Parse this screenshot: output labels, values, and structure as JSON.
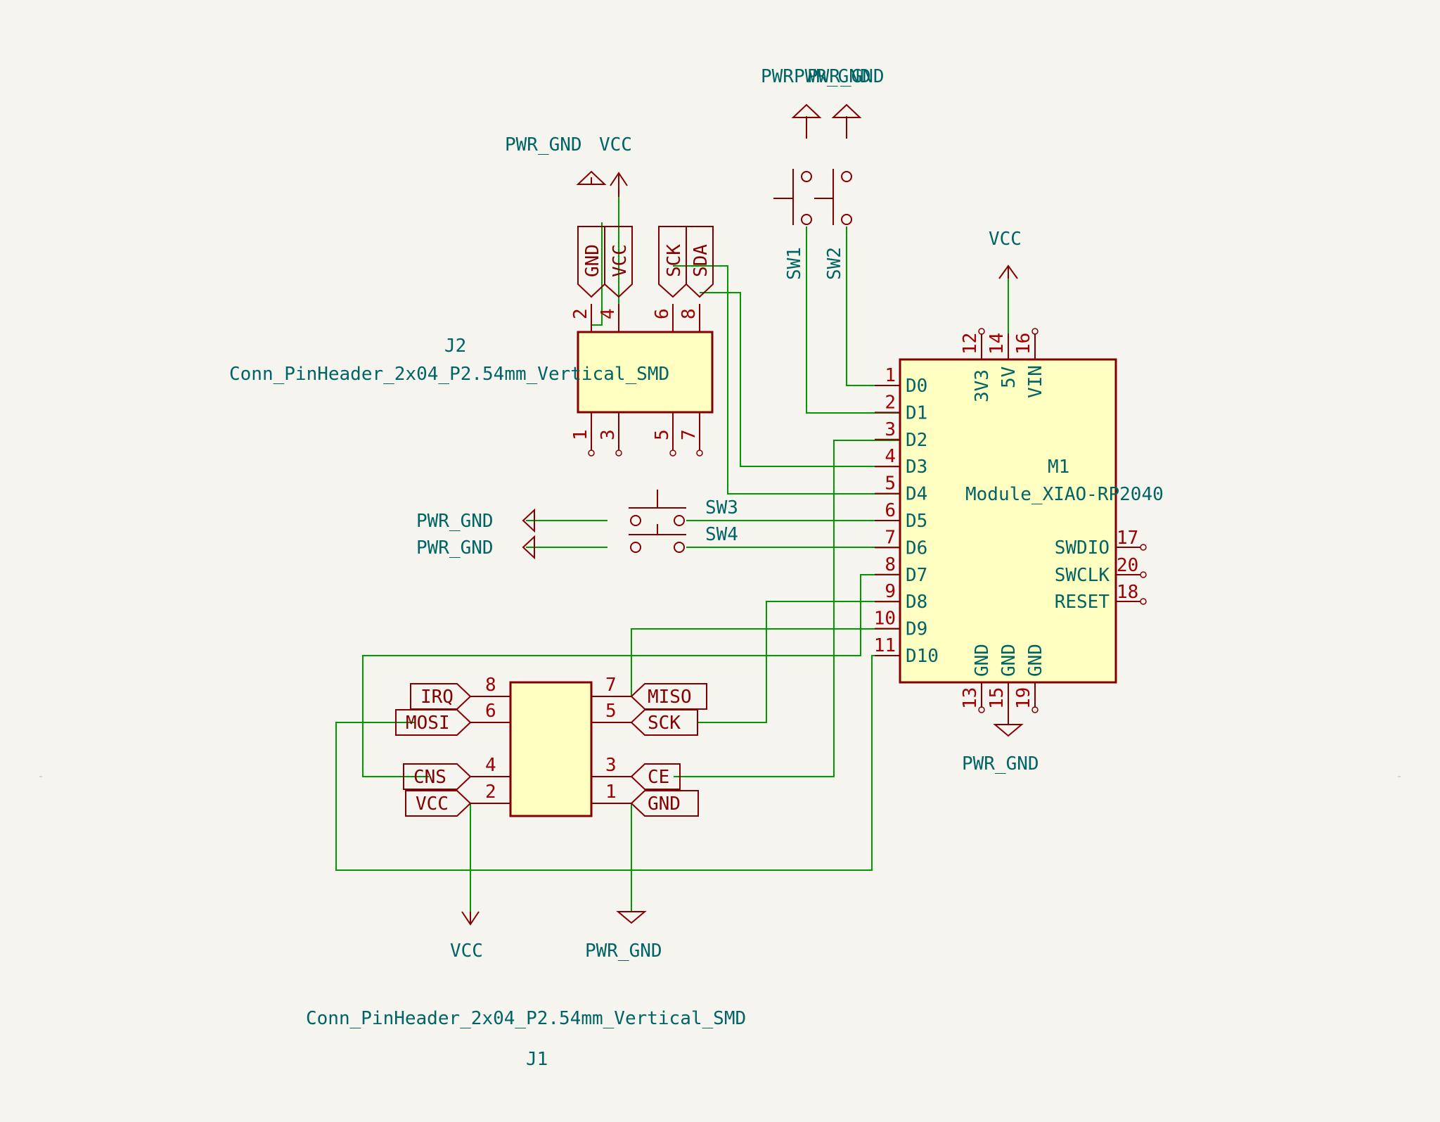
{
  "power_labels": {
    "pwr_gnd": "PWR_GND",
    "vcc": "VCC",
    "pwr_pwr_gnd_overlap": "PWRPWR_GND"
  },
  "j2": {
    "ref": "J2",
    "value": "Conn_PinHeader_2x04_P2.54mm_Vertical_SMD",
    "labels": [
      "GND",
      "VCC",
      "SCK",
      "SDA"
    ],
    "pins_top": [
      "2",
      "4",
      "6",
      "8"
    ],
    "pins_bottom": [
      "1",
      "3",
      "5",
      "7"
    ]
  },
  "j1": {
    "ref": "J1",
    "value": "Conn_PinHeader_2x04_P2.54mm_Vertical_SMD",
    "left_labels": [
      "IRQ",
      "MOSI",
      "CNS",
      "VCC"
    ],
    "left_pins": [
      "8",
      "6",
      "4",
      "2"
    ],
    "right_labels": [
      "MISO",
      "SCK",
      "CE",
      "GND"
    ],
    "right_pins": [
      "7",
      "5",
      "3",
      "1"
    ]
  },
  "m1": {
    "ref": "M1",
    "value": "Module_XIAO-RP2040",
    "left_pins": [
      {
        "num": "1",
        "name": "D0"
      },
      {
        "num": "2",
        "name": "D1"
      },
      {
        "num": "3",
        "name": "D2"
      },
      {
        "num": "4",
        "name": "D3"
      },
      {
        "num": "5",
        "name": "D4"
      },
      {
        "num": "6",
        "name": "D5"
      },
      {
        "num": "7",
        "name": "D6"
      },
      {
        "num": "8",
        "name": "D7"
      },
      {
        "num": "9",
        "name": "D8"
      },
      {
        "num": "10",
        "name": "D9"
      },
      {
        "num": "11",
        "name": "D10"
      }
    ],
    "top_pins": [
      {
        "num": "12",
        "name": "3V3"
      },
      {
        "num": "14",
        "name": "5V"
      },
      {
        "num": "16",
        "name": "VIN"
      }
    ],
    "right_pins": [
      {
        "num": "17",
        "name": "SWDIO"
      },
      {
        "num": "20",
        "name": "SWCLK"
      },
      {
        "num": "18",
        "name": "RESET"
      }
    ],
    "bottom_pins": [
      {
        "num": "13",
        "name": "GND"
      },
      {
        "num": "15",
        "name": "GND"
      },
      {
        "num": "19",
        "name": "GND"
      }
    ]
  },
  "switches": [
    "SW1",
    "SW2",
    "SW3",
    "SW4"
  ]
}
